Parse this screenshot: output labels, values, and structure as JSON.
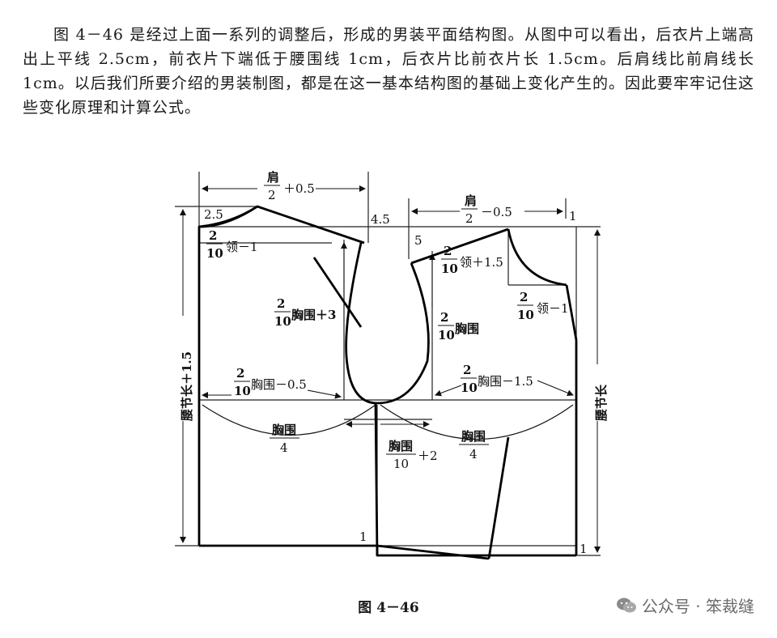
{
  "paragraph": "图 4－46 是经过上面一系列的调整后，形成的男装平面结构图。从图中可以看出，后衣片上端高出上平线 2.5cm，前衣片下端低于腰围线 1cm，后衣片比前衣片长 1.5cm。后肩线比前肩线长 1cm。以后我们所要介绍的男装制图，都是在这一基本结构图的基础上变化产生的。因此要牢牢记住这些变化原理和计算公式。",
  "diagram": {
    "back_shoulder": {
      "num": "肩",
      "den": "2",
      "suffix": "＋0.5"
    },
    "front_shoulder": {
      "num": "肩",
      "den": "2",
      "suffix": "－0.5"
    },
    "back_rise": "2.5",
    "gap_45": "4.5",
    "front_drop_top": "1",
    "front_drop_5": "5",
    "back_neck": {
      "num": "2",
      "den": "10",
      "suffix": "领－1"
    },
    "front_neck_w": {
      "num": "2",
      "den": "10",
      "suffix": "领＋1.5"
    },
    "front_neck_d": {
      "num": "2",
      "den": "10",
      "suffix": "领－1"
    },
    "back_chest_width": {
      "num": "2",
      "den": "10",
      "suffix": "胸围＋3"
    },
    "front_chest_width": {
      "num": "2",
      "den": "10",
      "suffix": "胸围"
    },
    "back_armhole_depth": {
      "num": "2",
      "den": "10",
      "suffix": "胸围－0.5"
    },
    "front_armhole_depth": {
      "num": "2",
      "den": "10",
      "suffix": "胸围－1.5"
    },
    "back_quarter": {
      "num": "胸围",
      "den": "4"
    },
    "front_quarter": {
      "num": "胸围",
      "den": "4"
    },
    "side_seam": {
      "num": "胸围",
      "den": "10",
      "suffix": "＋2"
    },
    "back_length": "腰节长＋1.5",
    "front_length": "腰节长",
    "bottom_left_1": "1",
    "bottom_right_1": "1"
  },
  "caption": "图 4－46",
  "watermark": "公众号 · 笨裁缝"
}
